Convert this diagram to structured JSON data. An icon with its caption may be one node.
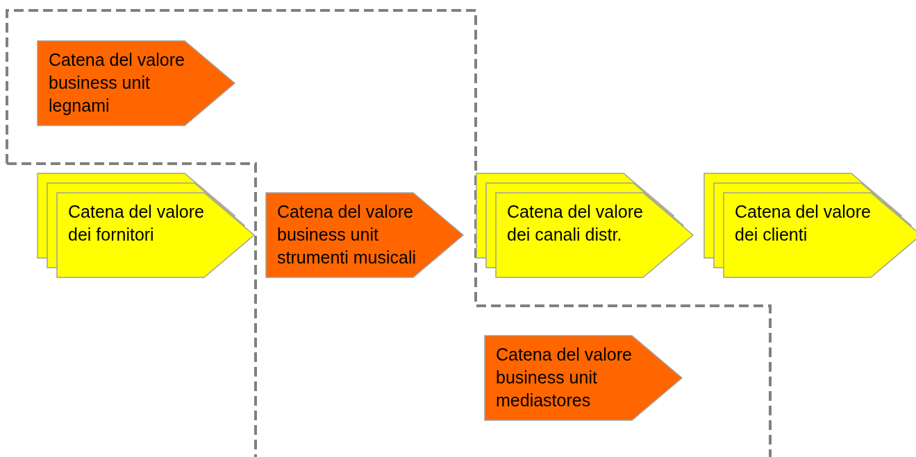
{
  "diagram": {
    "nodes": [
      {
        "text": [
          "Catena del valore business unit legnami"
        ]
      },
      {
        "text": [
          "Catena del valore dei fornitori"
        ]
      },
      {
        "text": [
          "Catena del valore business unit strumenti musicali"
        ]
      },
      {
        "text": [
          "Catena del valore dei canali distr."
        ]
      },
      {
        "text": [
          "Catena del valore dei clienti"
        ]
      },
      {
        "text": [
          "Catena del valore business unit mediastores"
        ]
      }
    ]
  }
}
